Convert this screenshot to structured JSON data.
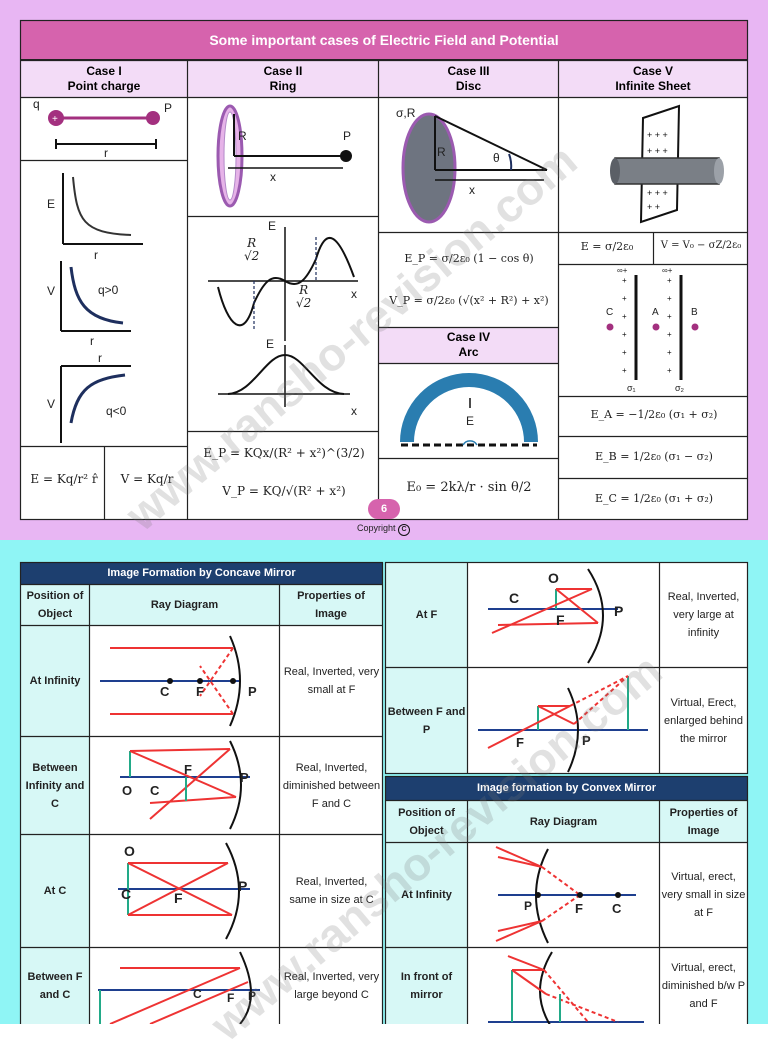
{
  "title": "Some important cases of Electric Field and Potential",
  "cases": {
    "c1": {
      "name": "Case I",
      "sub": "Point charge"
    },
    "c2": {
      "name": "Case II",
      "sub": "Ring"
    },
    "c3": {
      "name": "Case III",
      "sub": "Disc"
    },
    "c5": {
      "name": "Case V",
      "sub": "Infinite Sheet"
    },
    "c4": {
      "name": "Case IV",
      "sub": "Arc"
    }
  },
  "labels": {
    "q": "q",
    "p": "P",
    "r": "r",
    "R": "R",
    "x": "x",
    "E": "E",
    "V": "V",
    "q_pos": "q>0",
    "q_neg": "q<0",
    "sigmaR": "σ,R",
    "theta": "θ",
    "A": "A",
    "B": "B",
    "C": "C",
    "sigma1": "σ₁",
    "sigma2": "σ₂",
    "infplus": "∞+"
  },
  "formulas": {
    "E_point": "E = Kq/r² r̂",
    "V_point": "V = Kq/r",
    "E_ring": "E_P = KQx/(R² + x²)^(3/2)",
    "V_ring": "V_P = KQ/√(R² + x²)",
    "E_disc": "E_P = σ/2ε₀ (1 − cos θ)",
    "V_disc": "V_P = σ/2ε₀ (√(x² + R²) + x²)",
    "E_arc": "E₀ = 2kλ/r · sin θ/2",
    "E_sheet": "E = σ/2ε₀",
    "V_sheet": "V = V₀ − σZ/2ε₀",
    "EA": "E_A = −1/2ε₀ (σ₁ + σ₂)",
    "EB": "E_B = 1/2ε₀ (σ₁ − σ₂)",
    "EC": "E_C = 1/2ε₀ (σ₁ + σ₂)"
  },
  "page_number": "6",
  "copyright": "Copyright",
  "watermark": "www.ransho-revision.com",
  "concave": {
    "title": "Image Formation by Concave Mirror",
    "col_position": "Position of Object",
    "col_diagram": "Ray Diagram",
    "col_props": "Properties of Image",
    "rows": [
      {
        "pos": "At Infinity",
        "props": "Real, Inverted, very small at F"
      },
      {
        "pos": "Between Infinity and C",
        "props": "Real, Inverted, diminished between F and C"
      },
      {
        "pos": "At C",
        "props": "Real, Inverted, same in size at C"
      },
      {
        "pos": "Between F and C",
        "props": "Real, Inverted, very large beyond C"
      },
      {
        "pos": "At F",
        "props": "Real, Inverted, very large at infinity"
      },
      {
        "pos": "Between F and P",
        "props": "Virtual, Erect, enlarged behind the mirror"
      }
    ]
  },
  "convex": {
    "title": "Image formation by Convex Mirror",
    "col_position": "Position of Object",
    "col_diagram": "Ray Diagram",
    "col_props": "Properties of Image",
    "rows": [
      {
        "pos": "At Infinity",
        "props": "Virtual, erect, very small in size at F"
      },
      {
        "pos": "In front of mirror",
        "props": "Virtual, erect, diminished b/w P and F"
      }
    ]
  },
  "diagram_labels": {
    "C": "C",
    "F": "F",
    "P": "P",
    "O": "O"
  }
}
